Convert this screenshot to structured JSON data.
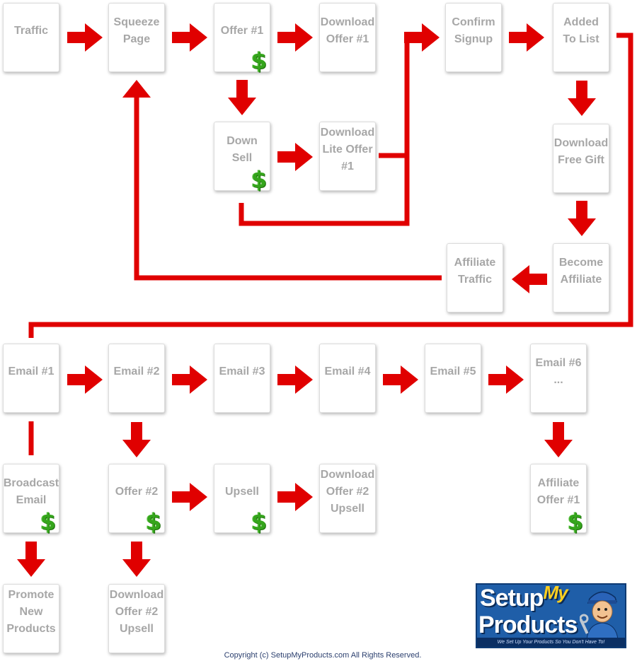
{
  "nodes": [
    {
      "id": "traffic",
      "label": "Traffic",
      "dollar": false
    },
    {
      "id": "squeeze-page",
      "label": "Squeeze\nPage",
      "dollar": false
    },
    {
      "id": "offer-1",
      "label": "Offer #1",
      "dollar": true
    },
    {
      "id": "download-offer-1",
      "label": "Download\nOffer #1",
      "dollar": false
    },
    {
      "id": "confirm-signup",
      "label": "Confirm\nSignup",
      "dollar": false
    },
    {
      "id": "added-to-list",
      "label": "Added\nTo List",
      "dollar": false
    },
    {
      "id": "down-sell",
      "label": "Down\nSell",
      "dollar": true
    },
    {
      "id": "download-lite-offer-1",
      "label": "Download\nLite Offer\n#1",
      "dollar": false
    },
    {
      "id": "download-free-gift",
      "label": "Download\nFree Gift",
      "dollar": false
    },
    {
      "id": "affiliate-traffic",
      "label": "Affiliate\nTraffic",
      "dollar": false
    },
    {
      "id": "become-affiliate",
      "label": "Become\nAffiliate",
      "dollar": false
    },
    {
      "id": "email-1",
      "label": "Email #1",
      "dollar": false
    },
    {
      "id": "email-2",
      "label": "Email #2",
      "dollar": false
    },
    {
      "id": "email-3",
      "label": "Email #3",
      "dollar": false
    },
    {
      "id": "email-4",
      "label": "Email #4",
      "dollar": false
    },
    {
      "id": "email-5",
      "label": "Email #5",
      "dollar": false
    },
    {
      "id": "email-6",
      "label": "Email #6\n...",
      "dollar": false
    },
    {
      "id": "broadcast-email",
      "label": "Broadcast\nEmail",
      "dollar": true
    },
    {
      "id": "offer-2",
      "label": "Offer #2",
      "dollar": true
    },
    {
      "id": "upsell",
      "label": "Upsell",
      "dollar": true
    },
    {
      "id": "download-offer-2-upsell-a",
      "label": "Download\nOffer #2\nUpsell",
      "dollar": false
    },
    {
      "id": "affiliate-offer-1",
      "label": "Affiliate\nOffer #1",
      "dollar": true
    },
    {
      "id": "promote-new-products",
      "label": "Promote\nNew\nProducts",
      "dollar": false
    },
    {
      "id": "download-offer-2-upsell-b",
      "label": "Download\nOffer #2\nUpsell",
      "dollar": false
    }
  ],
  "dollar_symbol": "$",
  "colors": {
    "arrow": "#e00000",
    "label": "#a7a7a7",
    "dollar": "#35a51c",
    "footer": "#2b3f6e",
    "logo_bg": "#1f5ea8"
  },
  "logo": {
    "line1": "Setup",
    "line1_accent": "My",
    "line2": "Products",
    "tagline": "We Set Up Your Products So You Don't Have To!"
  },
  "footer": "Copyright (c) SetupMyProducts.com All Rights Reserved."
}
